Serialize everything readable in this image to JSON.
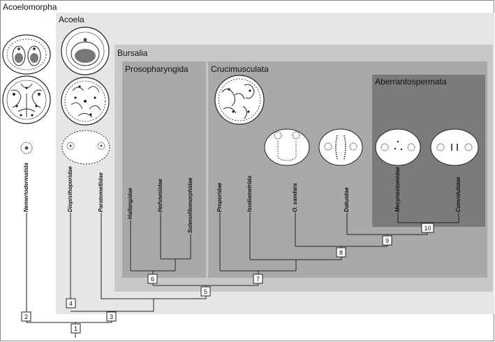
{
  "groups": {
    "acoelomorpha": "Acoelomorpha",
    "acoela": "Acoela",
    "bursalia": "Bursalia",
    "prosopharyngida": "Prosopharyngida",
    "crucimusculata": "Crucimusculata",
    "aberrantospermata": "Aberrantospermata"
  },
  "taxa": {
    "nemertodermatida": "Nemertodermatida",
    "diopisthoporidae": "Diopisthoporidae",
    "paratomellidae": "Paratomellidae",
    "hallangidae": "Hallangidae",
    "hofsteniidae": "Hofsteniidae",
    "solenofilomorphidae": "Solenofilomorphidae",
    "proporidae": "Proporidae",
    "isodiametrida": "Isodiametrida",
    "o_sandara": "O. sandara",
    "dakuidae": "Dakuidae",
    "mecynostomidae": "Mecynostomidae",
    "convolutidae": "Convolutidae"
  },
  "nodes": {
    "n1": "1",
    "n2": "2",
    "n3": "3",
    "n4": "4",
    "n5": "5",
    "n6": "6",
    "n7": "7",
    "n8": "8",
    "n9": "9",
    "n10": "10"
  },
  "colors": {
    "acoela_bg": "#e6e6e6",
    "bursalia_bg": "#c8c8c8",
    "clade_bg": "#a9a9a9",
    "aberranto_bg": "#7b7b7b"
  }
}
